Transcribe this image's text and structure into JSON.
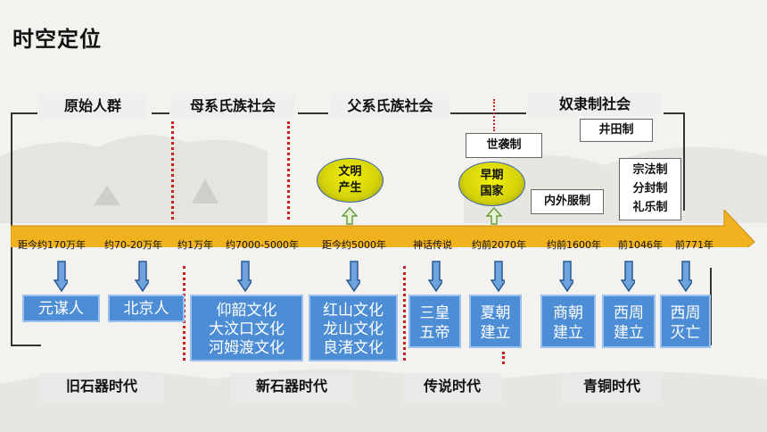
{
  "title": "时空定位",
  "eras": [
    {
      "label": "原始人群"
    },
    {
      "label": "母系氏族社会"
    },
    {
      "label": "父系氏族社会"
    },
    {
      "label": "奴隶制社会"
    }
  ],
  "institutions": {
    "jingtian": "井田制",
    "shixi": "世袭制",
    "zongfa": [
      "宗法制",
      "分封制",
      "礼乐制"
    ],
    "neiwai": "内外服制"
  },
  "bubbles": [
    {
      "line1": "文明",
      "line2": "产生"
    },
    {
      "line1": "早期",
      "line2": "国家"
    }
  ],
  "ticks": [
    "距今约170万年",
    "约70-20万年",
    "约1万年",
    "约7000-5000年",
    "距今约5000年",
    "神话传说",
    "约前2070年",
    "约前1600年",
    "前1046年",
    "前771年"
  ],
  "boxes": [
    {
      "lines": [
        "元谋人"
      ]
    },
    {
      "lines": [
        "北京人"
      ]
    },
    {
      "lines": [
        "仰韶文化",
        "大汶口文化",
        "河姆渡文化"
      ]
    },
    {
      "lines": [
        "红山文化",
        "龙山文化",
        "良渚文化"
      ]
    },
    {
      "lines": [
        "三皇",
        "五帝"
      ]
    },
    {
      "lines": [
        "夏朝",
        "建立"
      ]
    },
    {
      "lines": [
        "商朝",
        "建立"
      ]
    },
    {
      "lines": [
        "西周",
        "建立"
      ]
    },
    {
      "lines": [
        "西周",
        "灭亡"
      ]
    }
  ],
  "periods": [
    {
      "label": "旧石器时代"
    },
    {
      "label": "新石器时代"
    },
    {
      "label": "传说时代"
    },
    {
      "label": "青铜时代"
    }
  ],
  "colors": {
    "arrow": "#f0b21e",
    "box": "#4c8dd6",
    "divider": "#cc1f1f",
    "bubble": "#e3e10c"
  }
}
